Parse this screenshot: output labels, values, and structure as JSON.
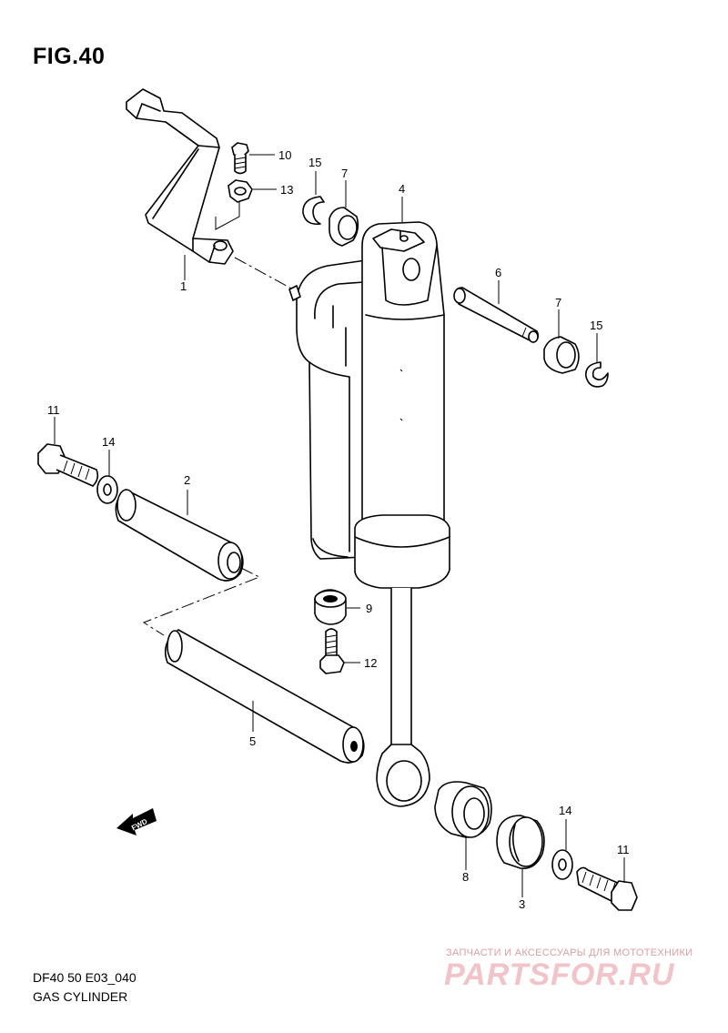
{
  "figure": {
    "title": "FIG.40"
  },
  "caption": {
    "model": "DF40 50 E03_040",
    "name": "GAS CYLINDER"
  },
  "watermark": {
    "tagline": "ЗАПЧАСТИ И АКСЕССУАРЫ ДЛЯ МОТОТЕХНИКИ",
    "logo": "PARTSFOR.RU"
  },
  "fwd_label": "FWD",
  "callouts": {
    "c1": "1",
    "c2": "2",
    "c3": "3",
    "c4": "4",
    "c5": "5",
    "c6": "6",
    "c7a": "7",
    "c7b": "7",
    "c8": "8",
    "c9": "9",
    "c10": "10",
    "c11a": "11",
    "c11b": "11",
    "c12": "12",
    "c13": "13",
    "c14a": "14",
    "c14b": "14",
    "c15a": "15",
    "c15b": "15"
  }
}
